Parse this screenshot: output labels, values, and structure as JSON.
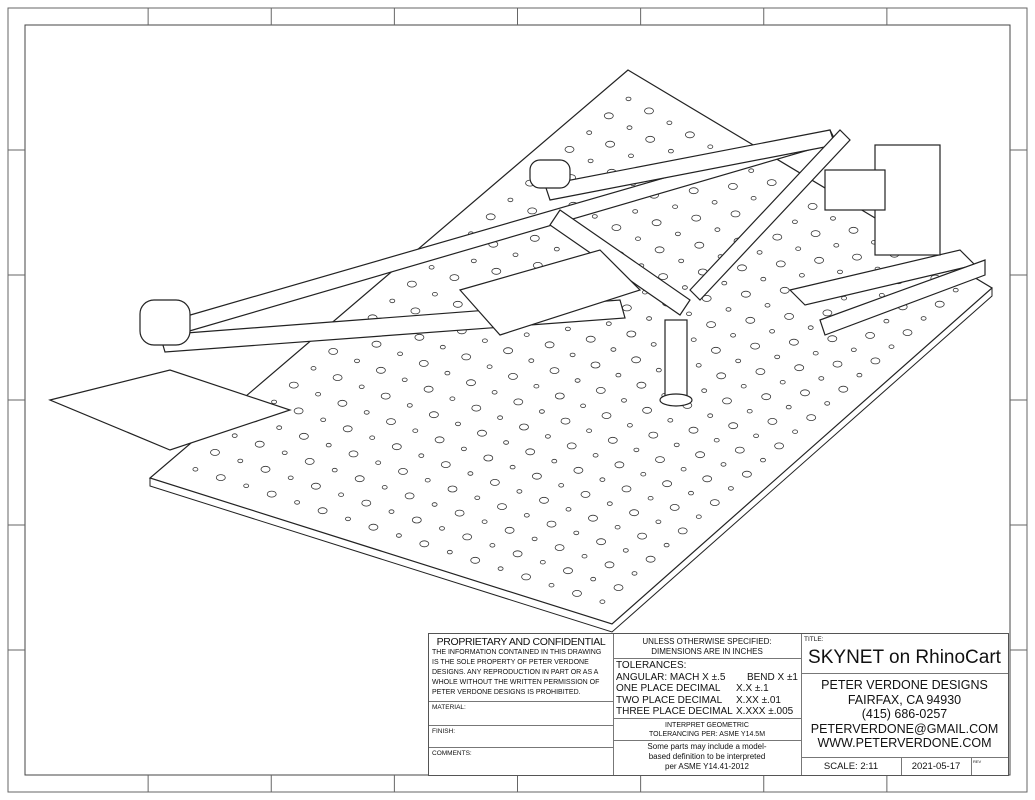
{
  "title_block": {
    "proprietary": {
      "heading": "PROPRIETARY AND CONFIDENTIAL",
      "lines": [
        "THE INFORMATION CONTAINED IN THIS DRAWING",
        "IS THE SOLE PROPERTY OF PETER VERDONE",
        "DESIGNS.  ANY  REPRODUCTION IN PART OR AS A",
        "WHOLE WITHOUT THE WRITTEN PERMISSION OF",
        "PETER VERDONE DESIGNS IS PROHIBITED."
      ]
    },
    "material_label": "MATERIAL:",
    "finish_label": "FINISH:",
    "comments_label": "COMMENTS:",
    "unless_specified": [
      "UNLESS OTHERWISE SPECIFIED:",
      "DIMENSIONS ARE IN INCHES"
    ],
    "tolerances": {
      "heading": "TOLERANCES:",
      "rows": [
        [
          "ANGULAR: MACH X ±.5",
          "BEND X ±1"
        ],
        [
          "ONE PLACE DECIMAL",
          "X.X ±.1"
        ],
        [
          "TWO PLACE DECIMAL",
          "X.XX ±.01"
        ],
        [
          "THREE PLACE DECIMAL",
          "X.XXX ±.005"
        ]
      ]
    },
    "geometric": [
      "INTERPRET GEOMETRIC",
      "TOLERANCING PER: ASME Y14.5M"
    ],
    "model_note": [
      "Some parts may include a model-",
      "based definition to be interpreted",
      "per ASME Y14.41-2012"
    ],
    "title_label": "TITLE:",
    "title": "SKYNET on RhinoCart",
    "company": [
      "PETER VERDONE DESIGNS",
      "FAIRFAX, CA 94930",
      "(415) 686-0257",
      "PETERVERDONE@GMAIL.COM",
      "WWW.PETERVERDONE.COM"
    ],
    "scale": "SCALE: 2:11",
    "date": "2021-05-17",
    "rev_label": "REV"
  }
}
